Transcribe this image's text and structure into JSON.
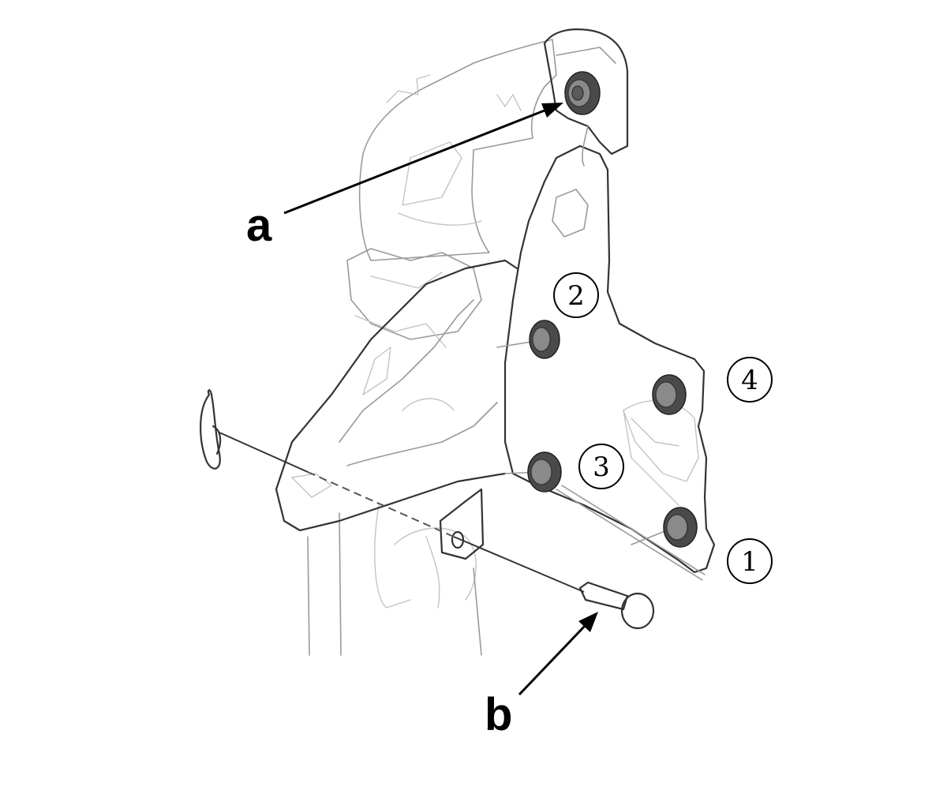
{
  "callouts": {
    "a": "a",
    "b": "b"
  },
  "steps": [
    {
      "label": "②"
    },
    {
      "label": "④"
    },
    {
      "label": "③"
    },
    {
      "label": "①"
    }
  ],
  "colors": {
    "line_dark": "#333333",
    "line_light": "#9a9a9a",
    "nut": "#4a4a4a",
    "text": "#000000"
  }
}
